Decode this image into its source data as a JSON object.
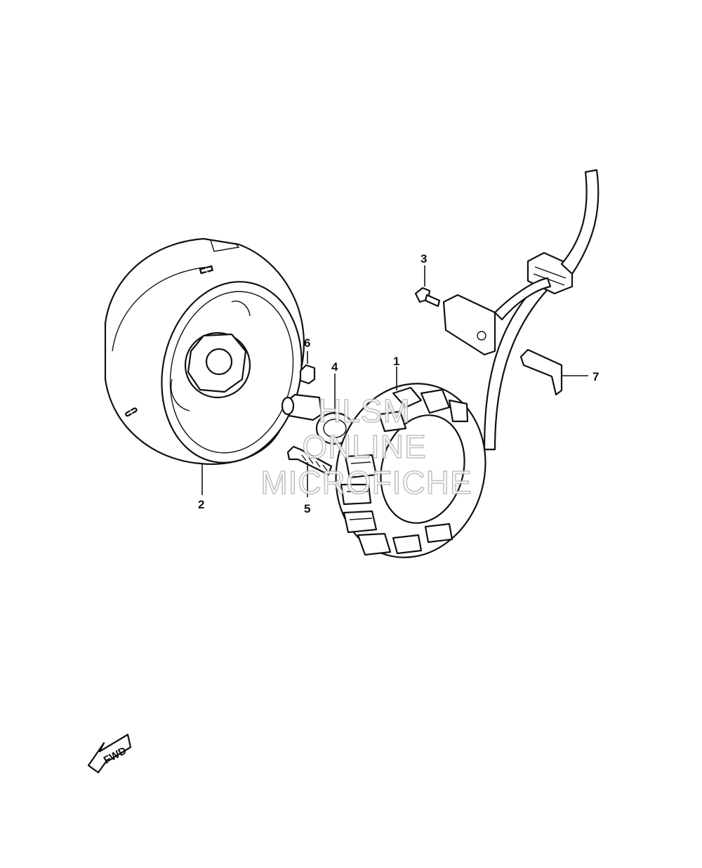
{
  "diagram": {
    "callouts": [
      {
        "id": "stator",
        "label": "1"
      },
      {
        "id": "rotor",
        "label": "2"
      },
      {
        "id": "screw",
        "label": "3"
      },
      {
        "id": "starter-gear",
        "label": "4"
      },
      {
        "id": "bolt",
        "label": "5"
      },
      {
        "id": "key",
        "label": "6"
      },
      {
        "id": "clamp",
        "label": "7"
      }
    ],
    "watermark": {
      "line1": "HLSM",
      "line2": "ONLINE",
      "line3": "MICROFICHE"
    },
    "direction_label": "FWD"
  }
}
